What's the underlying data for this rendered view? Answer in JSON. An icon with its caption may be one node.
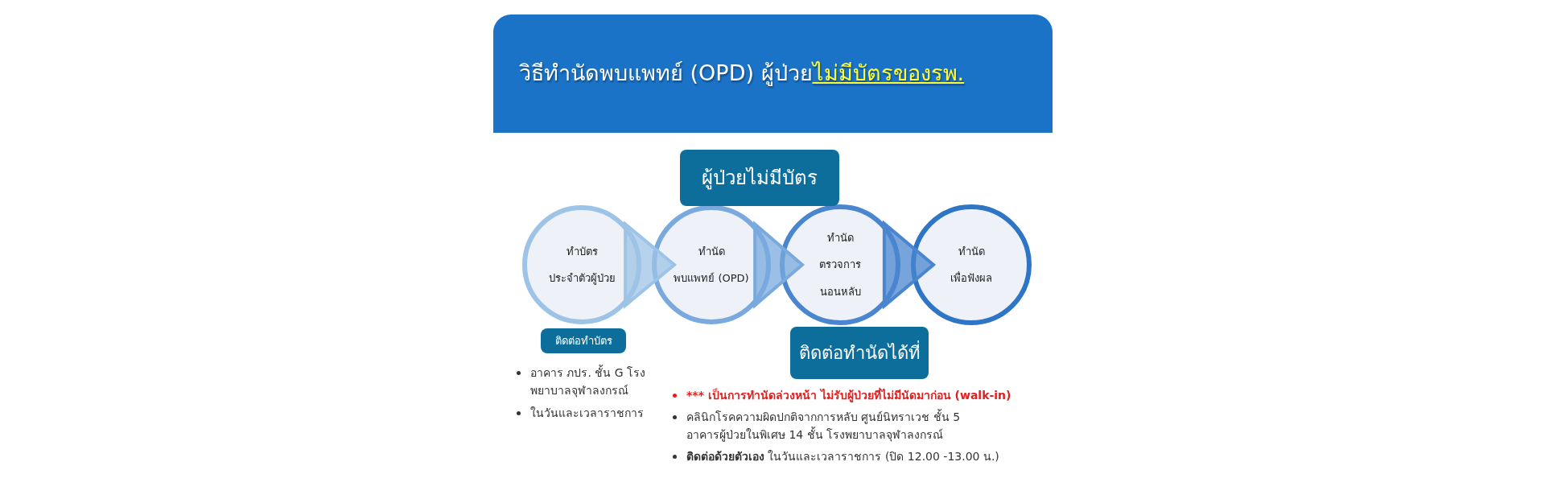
{
  "diagram": {
    "nodes": [
      {
        "text": [
          "วิธีทำนัดพบแพทย์ (OPD) ผู้ป่วย",
          "ไม่มีบัตรของรพ."
        ]
      },
      {
        "text": [
          "ผู้ป่วยไม่มีบัตร"
        ]
      },
      {
        "text": [
          "ทำบัตร",
          "ประจำตัวผู้ป่วย"
        ]
      },
      {
        "text": [
          "ทำนัด",
          "พบแพทย์ (OPD)"
        ]
      },
      {
        "text": [
          "ทำนัด",
          "ตรวจการ",
          "นอนหลับ"
        ]
      },
      {
        "text": [
          "ทำนัด",
          "เพื่อฟังผล"
        ]
      },
      {
        "text": [
          "ติดต่อทำบัตร"
        ]
      },
      {
        "text": [
          "ติดต่อทำนัดได้ที่"
        ]
      }
    ],
    "edges": [
      {
        "from": 2,
        "to": 3,
        "arrow": "to"
      },
      {
        "from": 3,
        "to": 4,
        "arrow": "to"
      },
      {
        "from": 4,
        "to": 5,
        "arrow": "to"
      }
    ],
    "labels": [
      "อาคาร ภปร. ชั้น G โรงพยาบาลจุฬาลงกรณ์",
      "ในวันและเวลาราชการ",
      "*** เป็นการทำนัดล่วงหน้า ไม่รับผู้ป่วยที่ไม่มีนัดมาก่อน (walk-in)",
      "คลินิกโรคความผิดปกติจากการหลับ  ศูนย์นิทราเวช ชั้น 5 อาคารผู้ป่วยในพิเศษ 14 ชั้น โรงพยาบาลจุฬาลงกรณ์",
      "**ติดต่อด้วยตัวเอง** ในวันและเวลาราชการ (ปิด 12.00 -13.00 น.)"
    ]
  }
}
